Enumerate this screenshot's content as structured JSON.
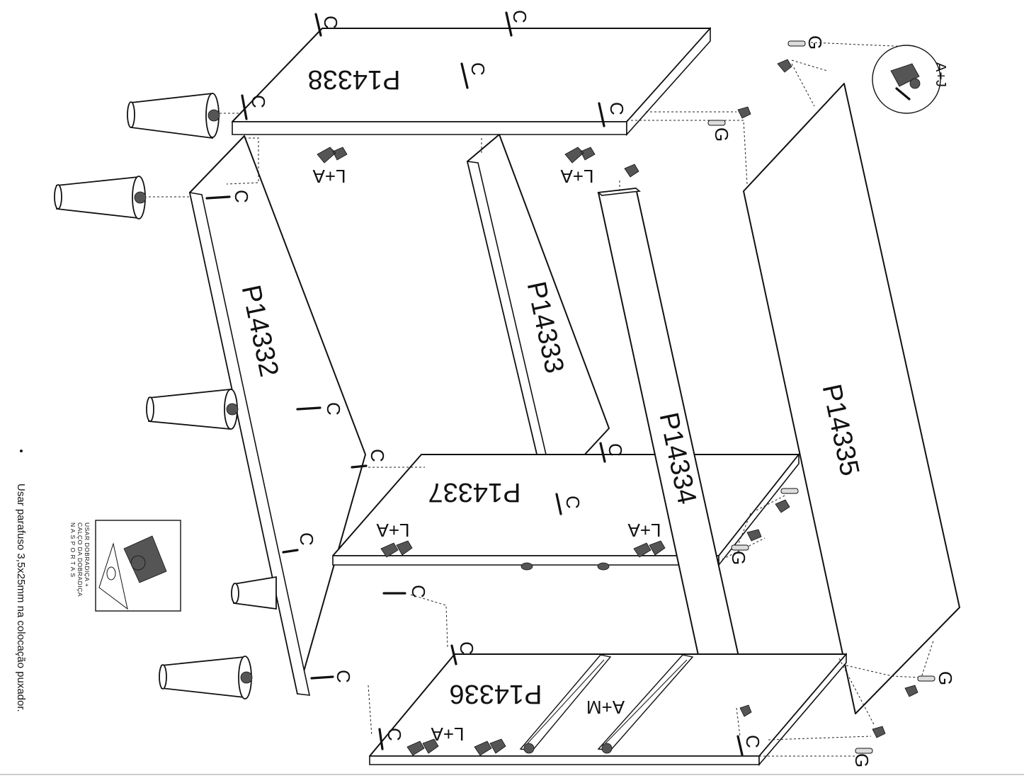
{
  "parts": {
    "top": "P14338",
    "side": "P14332",
    "shelf": "P14333",
    "rail": "P14334",
    "back": "P14335",
    "middle": "P14337",
    "bottom": "P14336"
  },
  "hardware": {
    "screw": "C",
    "dowel": "G",
    "hinge_combo": "L+A",
    "slide_combo": "A+M",
    "corner_combo": "A+J"
  },
  "hinge_note": {
    "line1": "USAR DOBRADIÇA +",
    "line2": "CALÇO DA DOBRADIÇA",
    "line3": "N A S   P O R T A S"
  },
  "instruction": {
    "bullet": "•",
    "text": "Usar parafuso 3,5x25mm na colocação puxador."
  }
}
